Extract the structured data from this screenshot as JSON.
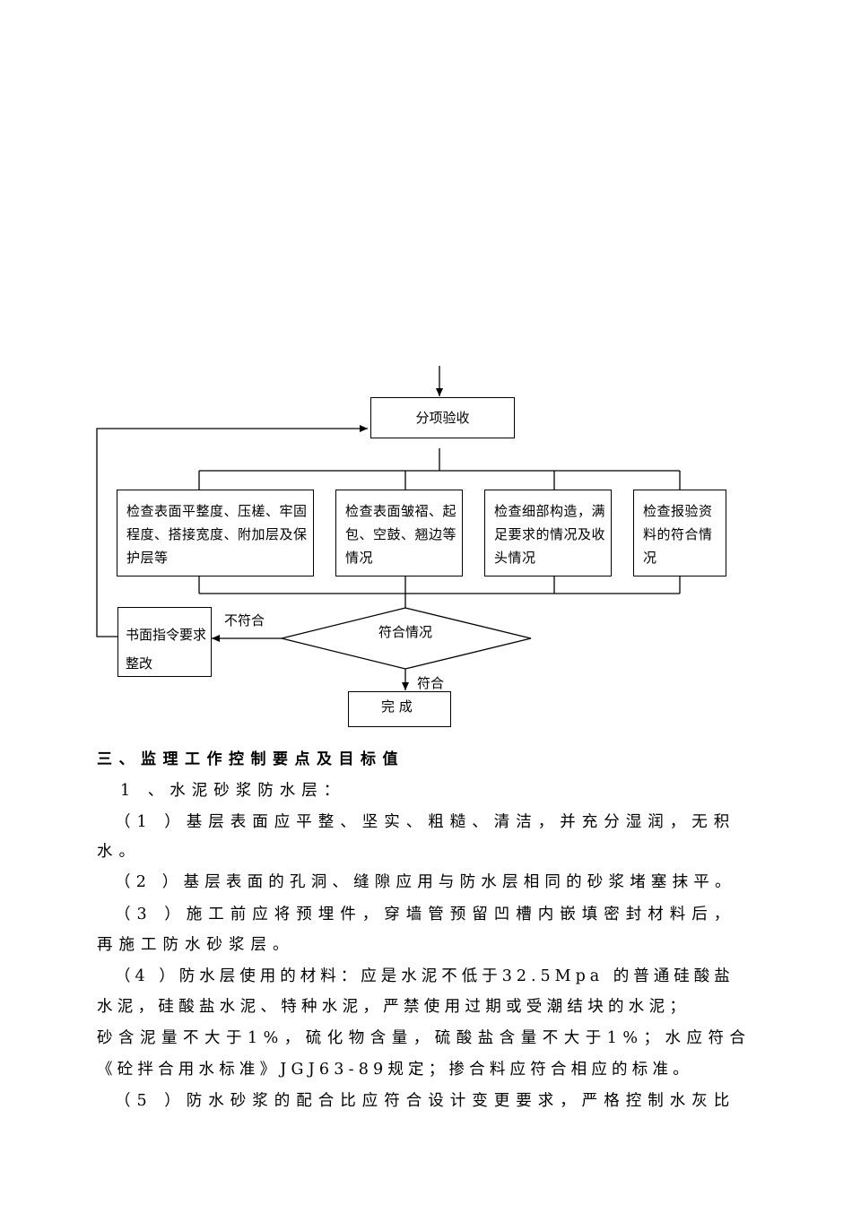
{
  "flowchart": {
    "acceptance_box": "分项验收",
    "check_items": [
      "检查表面平整度、压槎、牢固程度、搭接宽度、附加层及保护层等",
      "检查表面皱褶、起包、空鼓、翘边等情况",
      "检查细部构造，满足要求的情况及收头情况",
      "检查报验资料的符合情况"
    ],
    "decision": "符合情况",
    "no_label": "不符合",
    "yes_label": "符合",
    "rectify_box": "书面指令要求整改",
    "done_box": "完 成"
  },
  "section": {
    "heading": "三、监理工作控制要点及目标值",
    "sub_heading": "1 、水泥砂浆防水层：",
    "lines": [
      "（1 ）基层表面应平整、坚实、粗糙、清洁，并充分湿润，无积",
      "水。",
      "（2 ）基层表面的孔洞、缝隙应用与防水层相同的砂浆堵塞抹平。",
      "（3 ）施工前应将预埋件，穿墙管预留凹槽内嵌填密封材料后，",
      "再施工防水砂浆层。",
      "（4 ）防水层使用的材料：应是水泥不低于32.5Mpa 的普通硅酸盐",
      "水泥，硅酸盐水泥、特种水泥，严禁使用过期或受潮结块的水泥；",
      "砂含泥量不大于1%，硫化物含量，硫酸盐含量不大于1%；水应符合",
      "《砼拌合用水标准》JGJ63-89规定；掺合料应符合相应的标准。",
      "（5 ）防水砂浆的配合比应符合设计变更要求，严格控制水灰比"
    ]
  }
}
